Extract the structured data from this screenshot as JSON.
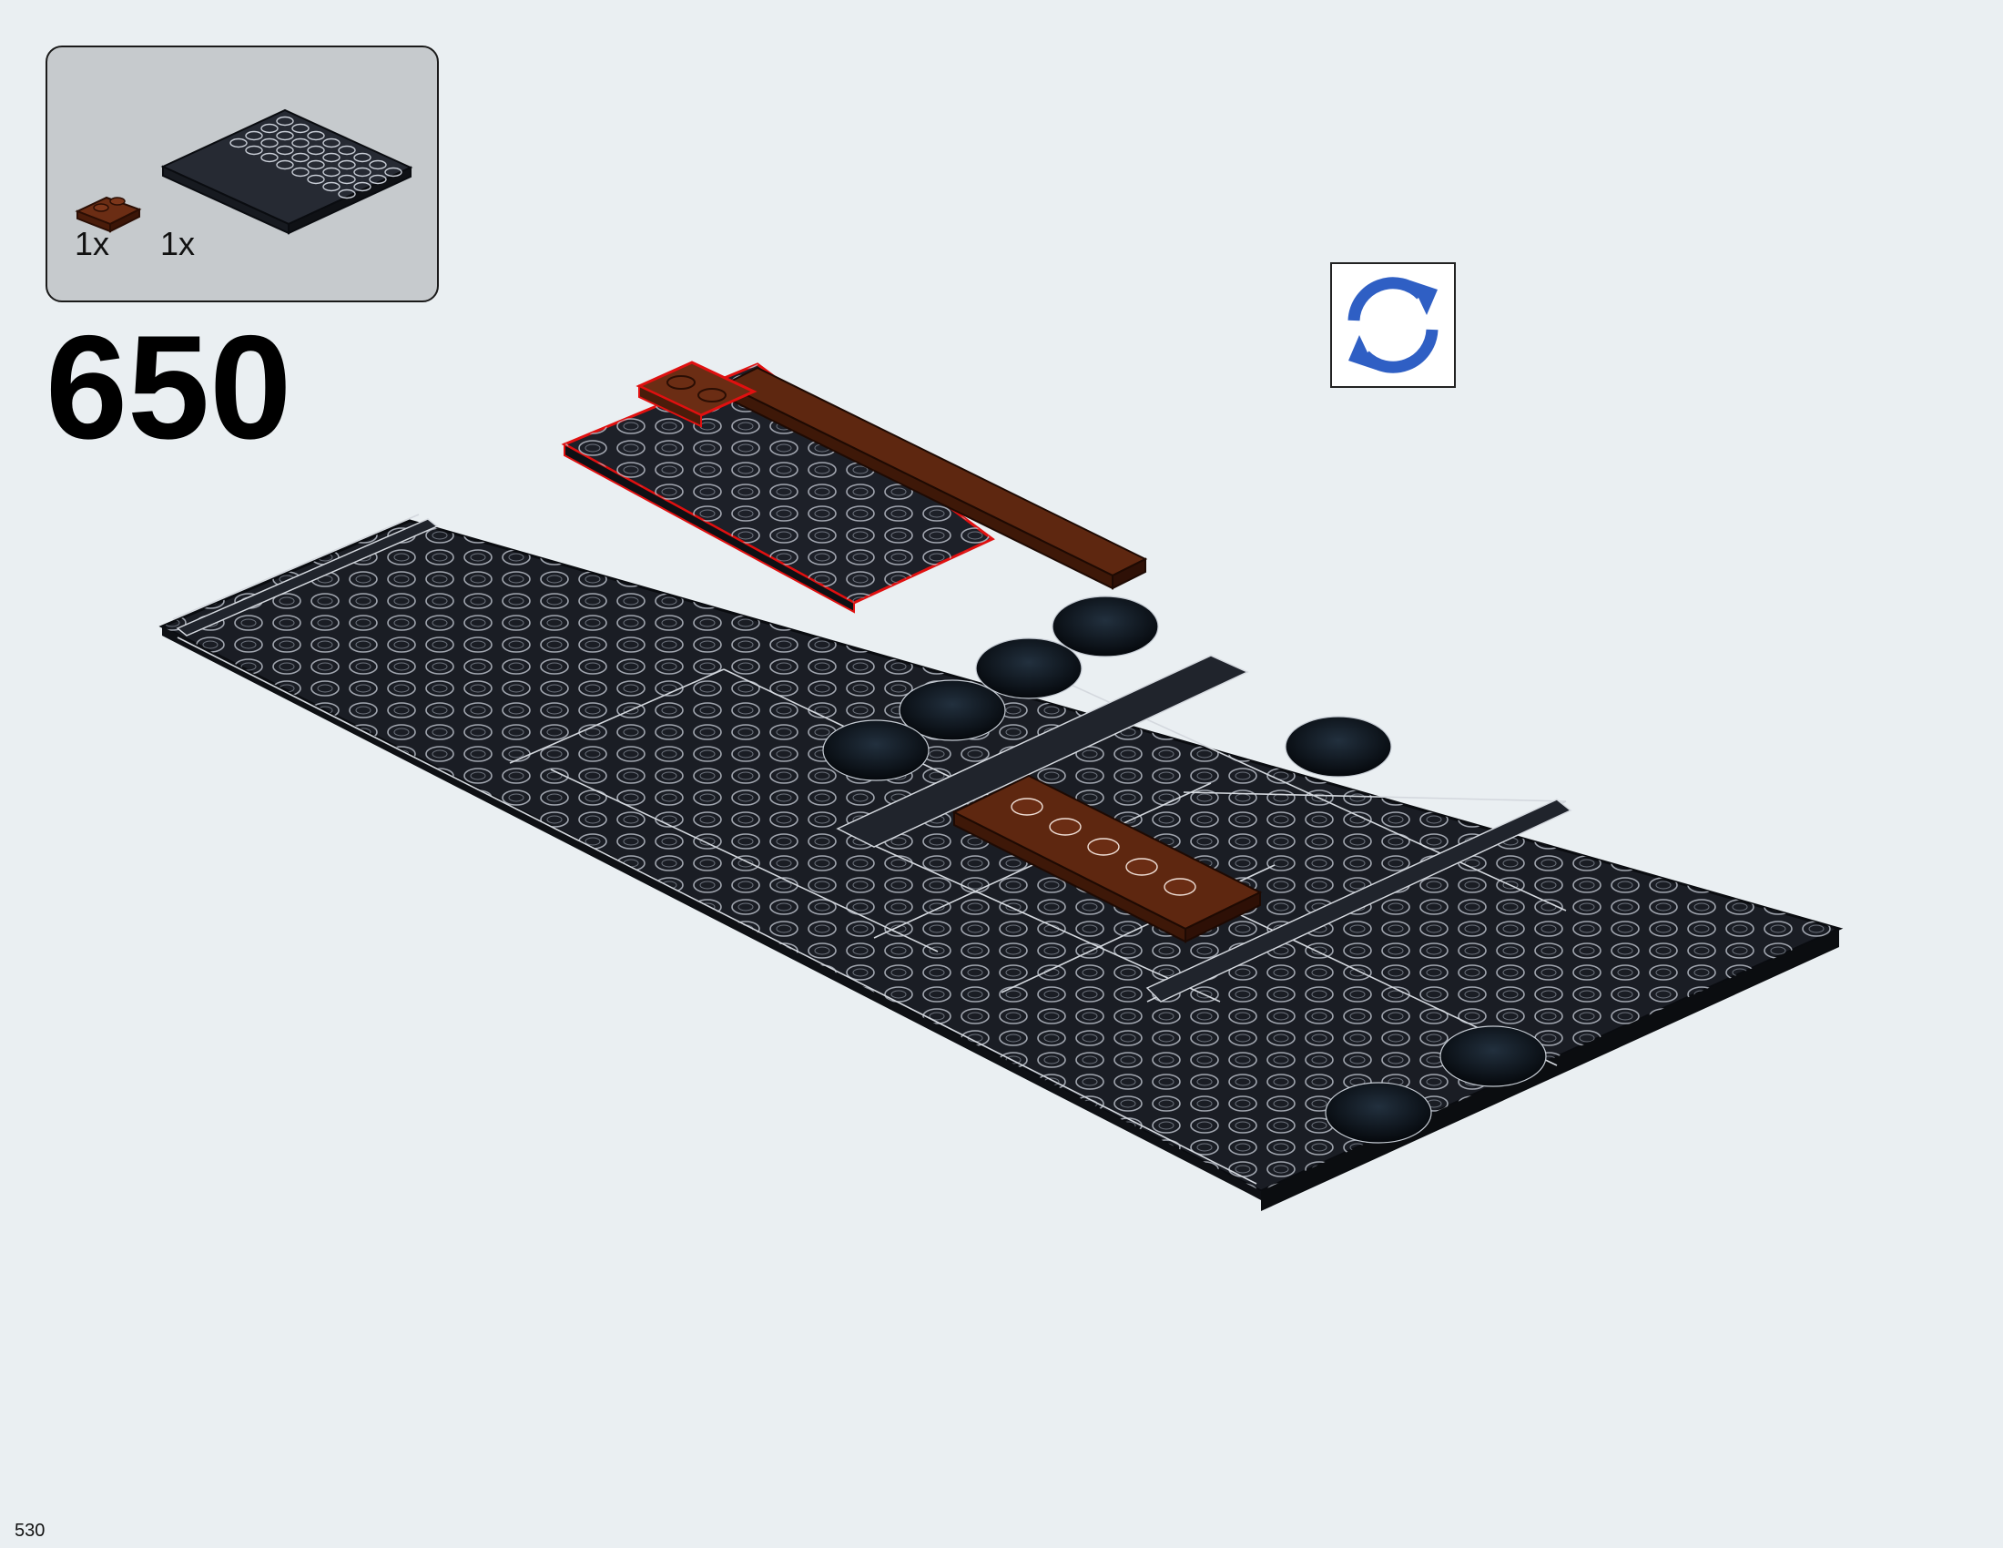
{
  "parts_list": {
    "items": [
      {
        "quantity": "1x",
        "part": "reddish-brown-plate-1x2"
      },
      {
        "quantity": "1x",
        "part": "black-plate-4x8"
      }
    ]
  },
  "step": {
    "number": "650"
  },
  "rotate_indicator": {
    "icon": "rotate-arrows-icon",
    "color": "#2f5fc4"
  },
  "colors": {
    "background": "#eaeff2",
    "black_part": "#1a1d24",
    "brown_part": "#5a2410",
    "highlight_outline": "#e01010"
  },
  "footer": {
    "page_number": "530"
  }
}
